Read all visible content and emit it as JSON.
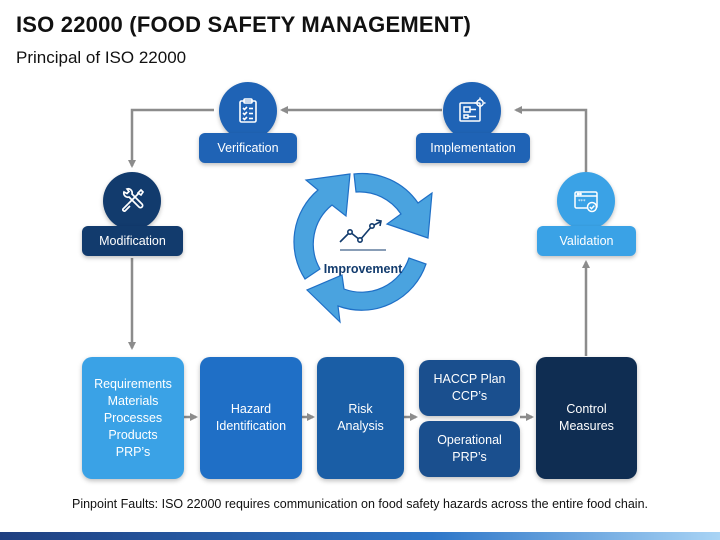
{
  "header": {
    "title": "ISO 22000 (FOOD SAFETY MANAGEMENT)",
    "subtitle": "Principal of ISO 22000"
  },
  "cycle": {
    "label": "Improvement",
    "arrow_color": "#4aa3df",
    "icon": "trend-chart-icon"
  },
  "nodes": {
    "verification": {
      "label": "Verification",
      "icon": "clipboard-checklist-icon",
      "color": "#1f63b5"
    },
    "implementation": {
      "label": "Implementation",
      "icon": "blueprint-gear-icon",
      "color": "#1f63b5"
    },
    "modification": {
      "label": "Modification",
      "icon": "wrench-screwdriver-icon",
      "color": "#123b6d"
    },
    "validation": {
      "label": "Validation",
      "icon": "browser-check-icon",
      "color": "#3aa2e6"
    }
  },
  "process": {
    "requirements": [
      "Requirements",
      "Materials",
      "Processes",
      "Products",
      "PRP’s"
    ],
    "hazard": [
      "Hazard",
      "Identification"
    ],
    "risk": [
      "Risk",
      "Analysis"
    ],
    "haccp": [
      "HACCP Plan",
      "CCP’s"
    ],
    "operational": [
      "Operational",
      "PRP’s"
    ],
    "control": [
      "Control",
      "Measures"
    ]
  },
  "footer": {
    "text": "Pinpoint Faults: ISO 22000 requires communication on food safety hazards across the entire food chain."
  },
  "colors": {
    "light_blue": "#3aa2e6",
    "mid_blue": "#1f6fc6",
    "dark_blue": "#1a4f8e",
    "navy": "#0f2d52",
    "connector": "#8c8c8c"
  }
}
